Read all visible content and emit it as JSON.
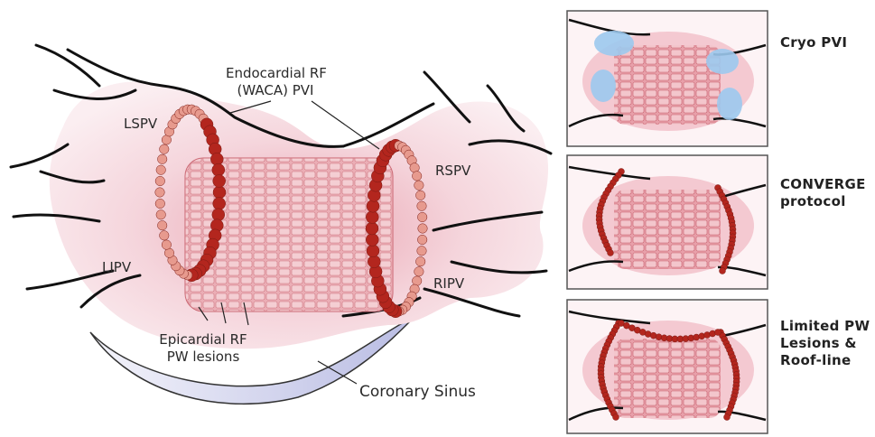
{
  "labels": {
    "endocardial_line1": "Endocardial RF",
    "endocardial_line2": "(WACA) PVI",
    "lspv": "LSPV",
    "lipv": "LIPV",
    "rspv": "RSPV",
    "ripv": "RIPV",
    "epicardial_line1": "Epicardial RF",
    "epicardial_line2": "PW lesions",
    "coronary_sinus": "Coronary Sinus"
  },
  "panels": [
    {
      "title": "Cryo PVI"
    },
    {
      "title": "CONVERGE\nprotocol"
    },
    {
      "title": "Limited PW\nLesions &\nRoof-line"
    }
  ],
  "colors": {
    "atrium": "#f7dde3",
    "atrium_shade": "#eec3cc",
    "wall_pattern": "#d97a85",
    "lesion_dark": "#b3261e",
    "lesion_light": "#e79a8e",
    "cryo": "#8fc2ec",
    "sinus": "#c9cdea",
    "vein_outline": "#111111"
  }
}
